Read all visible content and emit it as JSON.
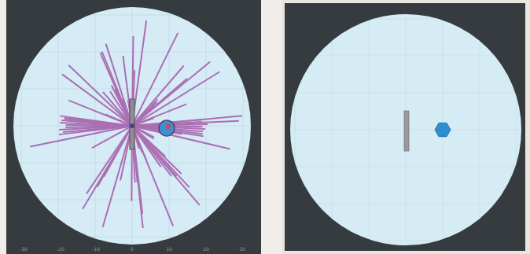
{
  "diagram": {
    "labels": [
      "-30",
      "-20",
      "-10",
      "0",
      "10",
      "20",
      "30"
    ]
  }
}
